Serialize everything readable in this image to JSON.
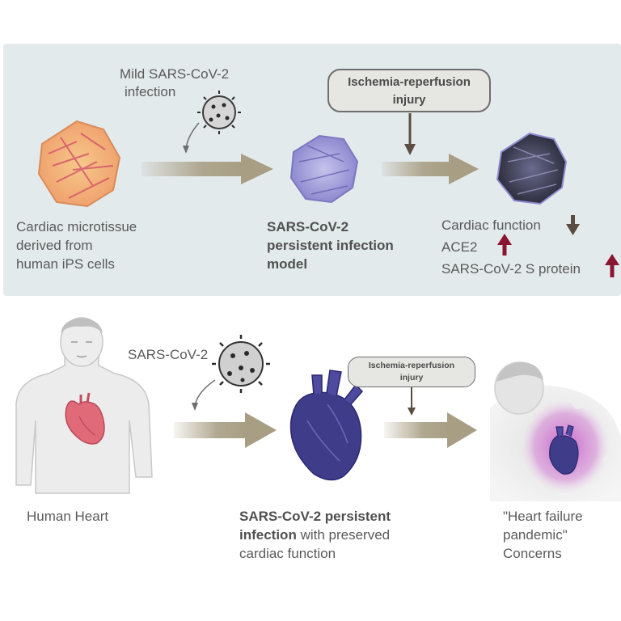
{
  "top": {
    "virus_label_line1": "Mild SARS-CoV-2",
    "virus_label_line2": "infection",
    "ischemia_line1": "Ischemia-reperfusion",
    "ischemia_line2": "injury",
    "microtissue_lines": [
      "Cardiac microtissue",
      "derived from",
      "human iPS cells"
    ],
    "model_lines": [
      "SARS-CoV-2",
      "persistent infection",
      "model"
    ],
    "outcomes": {
      "cardiac_function": "Cardiac function",
      "ace2": "ACE2",
      "s_protein": "SARS-CoV-2 S protein"
    }
  },
  "bottom": {
    "virus_label": "SARS-CoV-2",
    "ischemia_line1": "Ischemia-reperfusion",
    "ischemia_line2": "injury",
    "human_heart": "Human Heart",
    "persistent_bold_line1": "SARS-CoV-2 persistent",
    "persistent_bold_line2": "infection",
    "persistent_rest_line2": " with preserved",
    "persistent_line3": "cardiac function",
    "concern_lines": [
      "\"Heart failure",
      "pandemic\"",
      "Concerns"
    ]
  },
  "colors": {
    "panel_bg": "#e3eaec",
    "big_arrow": "#a89e84",
    "down_arrow": "#5b4e40",
    "up_arrow": "#8a1530",
    "heart_pink": "#e06a78",
    "heart_blue": "#3f3d8a",
    "halo_purple": "#b84fb8"
  }
}
